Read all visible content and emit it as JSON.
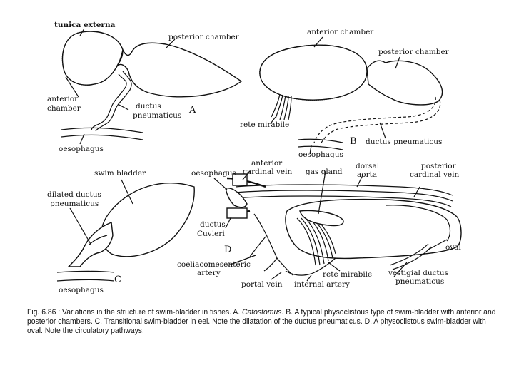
{
  "figure": {
    "panel_a": {
      "letter": "A",
      "tunica": "tunica externa",
      "posterior": "posterior chamber",
      "anterior_1": "anterior",
      "anterior_2": "chamber",
      "ductus_1": "ductus",
      "ductus_2": "pneumaticus",
      "oesophagus": "oesophagus"
    },
    "panel_b": {
      "letter": "B",
      "anterior": "anterior chamber",
      "posterior": "posterior chamber",
      "rete": "rete mirabile",
      "ductus": "ductus pneumaticus",
      "oesophagus": "oesophagus"
    },
    "panel_c": {
      "letter": "C",
      "swim": "swim bladder",
      "dilated_1": "dilated ductus",
      "dilated_2": "pneumaticus",
      "oesophagus": "oesophagus"
    },
    "panel_d": {
      "letter": "D",
      "oesophagus": "oesophagus",
      "acv_1": "anterior",
      "acv_2": "cardinal vein",
      "gas": "gas gland",
      "dorsal_1": "dorsal",
      "dorsal_2": "aorta",
      "pcv_1": "posterior",
      "pcv_2": "cardinal vein",
      "duct_1": "ductus",
      "duct_2": "Cuvieri",
      "oval": "oval",
      "coel_1": "coeliacomesenteric",
      "coel_2": "artery",
      "rete": "rete mirabile",
      "vest_1": "vestigial ductus",
      "vest_2": "pneumaticus",
      "portal": "portal vein",
      "internal": "internal artery"
    }
  },
  "caption": {
    "prefix": "Fig. 6.86 : Variations in the structure of swim-bladder in fishes. A. ",
    "genus": "Catostomus",
    "rest": ". B. A typical physoclistous type of swim-bladder with anterior and posterior chambers. C. Transitional swim-bladder in eel. Note the dilatation of the ductus pneumaticus. D. A physoclistous swim-bladder with oval. Note the circulatory pathways."
  }
}
